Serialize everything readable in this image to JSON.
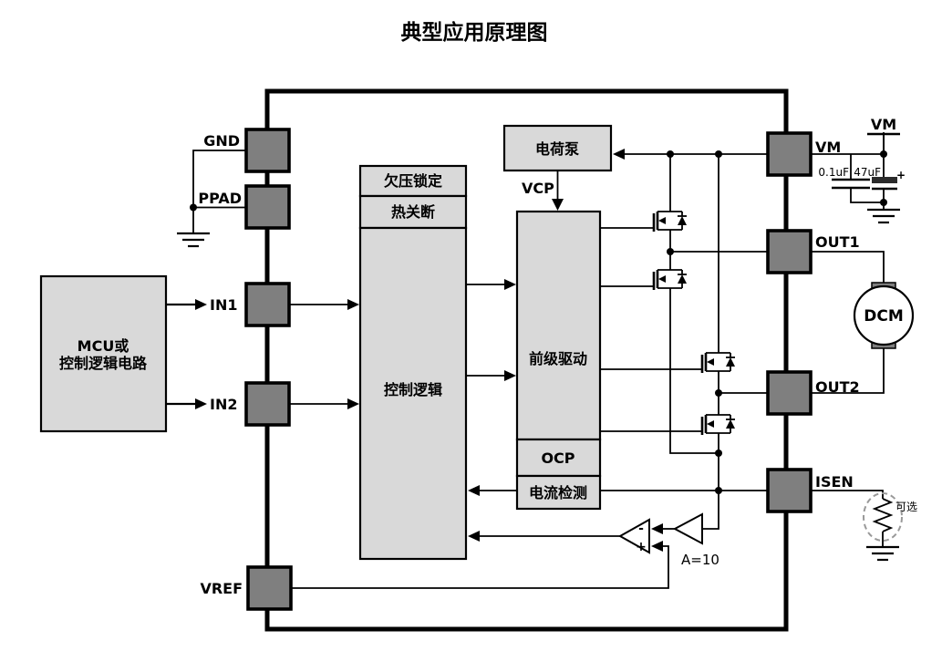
{
  "title": "典型应用原理图",
  "mcu": {
    "line1": "MCU或",
    "line2": "控制逻辑电路"
  },
  "pins": {
    "gnd": "GND",
    "ppad": "PPAD",
    "in1": "IN1",
    "in2": "IN2",
    "vref": "VREF",
    "vm": "VM",
    "out1": "OUT1",
    "out2": "OUT2",
    "isen": "ISEN"
  },
  "blocks": {
    "uvlo": "欠压锁定",
    "thermal": "热关断",
    "control_logic": "控制逻辑",
    "charge_pump": "电荷泵",
    "predriver": "前级驱动",
    "ocp": "OCP",
    "current_sense": "电流检测"
  },
  "labels": {
    "vcp": "VCP",
    "gain": "A=10",
    "comp_minus": "-",
    "comp_plus": "+",
    "vm_supply": "VM",
    "cap_ceramic": "0.1uF",
    "cap_bulk": "47uF",
    "cap_polarity": "+",
    "motor": "DCM",
    "optional": "可选"
  },
  "colors": {
    "block_fill": "#d9d9d9",
    "pin_fill": "#7f7f7f",
    "wire": "#000000",
    "optional_gray": "#8a8a8a"
  }
}
